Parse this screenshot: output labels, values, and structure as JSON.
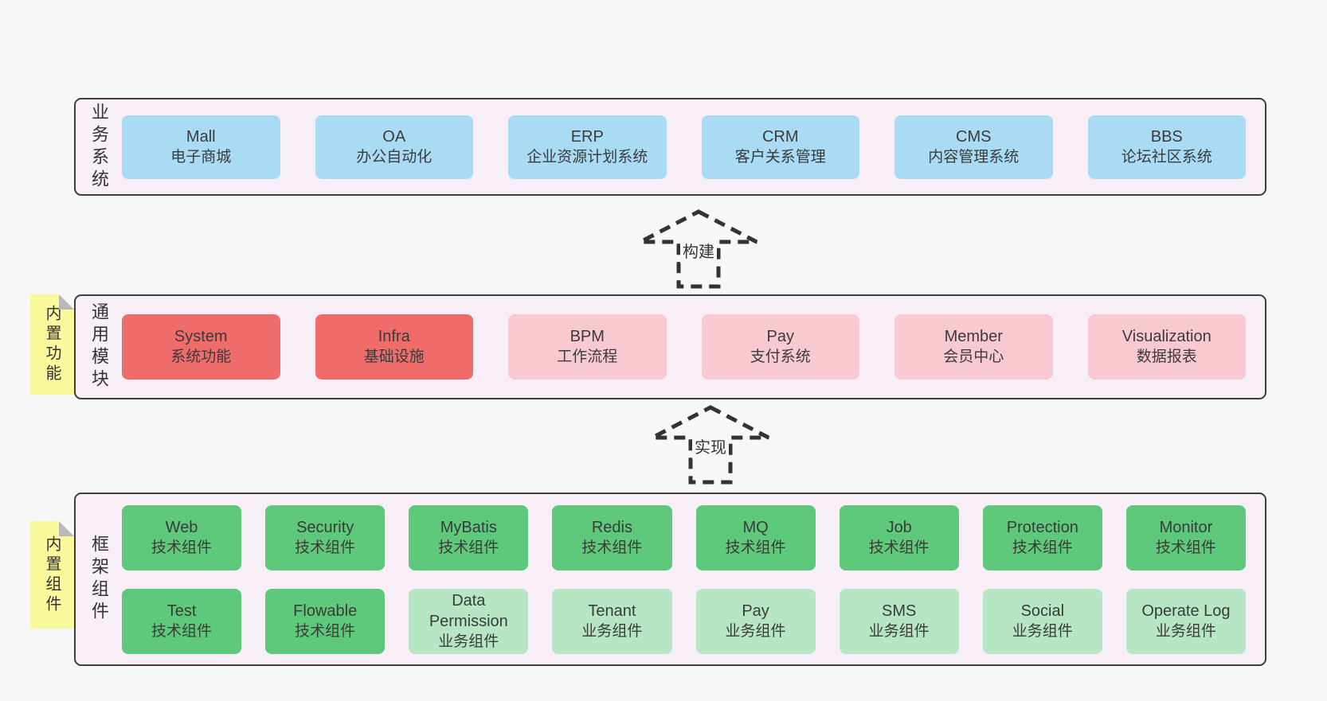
{
  "colors": {
    "page_bg": "#f7f7f7",
    "band_fill": "#f8eef7",
    "band_border": "#3d3d3d",
    "text": "#3a3a3a",
    "arrow": "#333333",
    "sticky": "#fafa9d",
    "sticky_fold": "#b9b9b9",
    "blue": "#a9dbf5",
    "red": "#ef6c6b",
    "pink": "#f9c9d2",
    "green": "#5ec97b",
    "light_green": "#b6e6c3"
  },
  "bands": [
    {
      "label": "业务系统",
      "boxes": [
        {
          "en": "Mall",
          "zh": "电子商城",
          "variant": "blue"
        },
        {
          "en": "OA",
          "zh": "办公自动化",
          "variant": "blue"
        },
        {
          "en": "ERP",
          "zh": "企业资源计划系统",
          "variant": "blue"
        },
        {
          "en": "CRM",
          "zh": "客户关系管理",
          "variant": "blue"
        },
        {
          "en": "CMS",
          "zh": "内容管理系统",
          "variant": "blue"
        },
        {
          "en": "BBS",
          "zh": "论坛社区系统",
          "variant": "blue"
        }
      ]
    },
    {
      "label": "通用模块",
      "sticky": "内置功能",
      "boxes": [
        {
          "en": "System",
          "zh": "系统功能",
          "variant": "red"
        },
        {
          "en": "Infra",
          "zh": "基础设施",
          "variant": "red"
        },
        {
          "en": "BPM",
          "zh": "工作流程",
          "variant": "pink"
        },
        {
          "en": "Pay",
          "zh": "支付系统",
          "variant": "pink"
        },
        {
          "en": "Member",
          "zh": "会员中心",
          "variant": "pink"
        },
        {
          "en": "Visualization",
          "zh": "数据报表",
          "variant": "pink"
        }
      ]
    },
    {
      "label": "框架组件",
      "sticky": "内置组件",
      "rows": [
        [
          {
            "en": "Web",
            "zh": "技术组件",
            "variant": "green"
          },
          {
            "en": "Security",
            "zh": "技术组件",
            "variant": "green"
          },
          {
            "en": "MyBatis",
            "zh": "技术组件",
            "variant": "green"
          },
          {
            "en": "Redis",
            "zh": "技术组件",
            "variant": "green"
          },
          {
            "en": "MQ",
            "zh": "技术组件",
            "variant": "green"
          },
          {
            "en": "Job",
            "zh": "技术组件",
            "variant": "green"
          },
          {
            "en": "Protection",
            "zh": "技术组件",
            "variant": "green"
          },
          {
            "en": "Monitor",
            "zh": "技术组件",
            "variant": "green"
          }
        ],
        [
          {
            "en": "Test",
            "zh": "技术组件",
            "variant": "green"
          },
          {
            "en": "Flowable",
            "zh": "技术组件",
            "variant": "green"
          },
          {
            "en": "Data Permission",
            "zh": "业务组件",
            "variant": "light_green"
          },
          {
            "en": "Tenant",
            "zh": "业务组件",
            "variant": "light_green"
          },
          {
            "en": "Pay",
            "zh": "业务组件",
            "variant": "light_green"
          },
          {
            "en": "SMS",
            "zh": "业务组件",
            "variant": "light_green"
          },
          {
            "en": "Social",
            "zh": "业务组件",
            "variant": "light_green"
          },
          {
            "en": "Operate Log",
            "zh": "业务组件",
            "variant": "light_green"
          }
        ]
      ]
    }
  ],
  "arrows": [
    {
      "label": "构建"
    },
    {
      "label": "实现"
    }
  ]
}
